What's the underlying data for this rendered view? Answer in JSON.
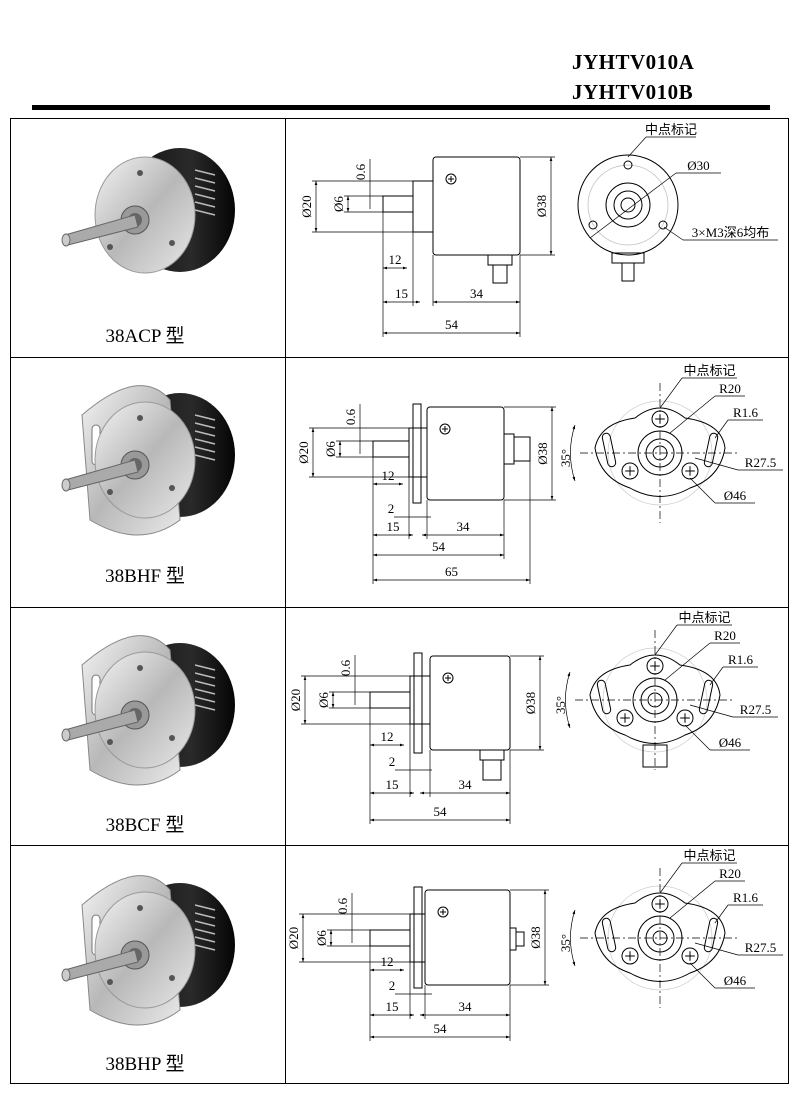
{
  "header": {
    "title_a": "JYHTV010A",
    "title_b": "JYHTV010B"
  },
  "products": [
    {
      "model": "38ACP 型",
      "dims": {
        "d20": "Ø20",
        "d6": "Ø6",
        "t06": "0.6",
        "d38": "Ø38",
        "l12": "12",
        "l15": "15",
        "l34": "34",
        "l54": "54"
      },
      "front": {
        "mark": "中点标记",
        "d30": "Ø30",
        "holes": "3×M3深6均布"
      }
    },
    {
      "model": "38BHF 型",
      "dims": {
        "d20": "Ø20",
        "d6": "Ø6",
        "t06": "0.6",
        "d38": "Ø38",
        "l12": "12",
        "l2": "2",
        "l15": "15",
        "l34": "34",
        "l54": "54",
        "l65": "65"
      },
      "front": {
        "mark": "中点标记",
        "r20": "R20",
        "r16": "R1.6",
        "r275": "R27.5",
        "d46": "Ø46",
        "ang": "35°"
      }
    },
    {
      "model": "38BCF 型",
      "dims": {
        "d20": "Ø20",
        "d6": "Ø6",
        "t06": "0.6",
        "d38": "Ø38",
        "l12": "12",
        "l2": "2",
        "l15": "15",
        "l34": "34",
        "l54": "54"
      },
      "front": {
        "mark": "中点标记",
        "r20": "R20",
        "r16": "R1.6",
        "r275": "R27.5",
        "d46": "Ø46",
        "ang": "35°"
      }
    },
    {
      "model": "38BHP 型",
      "dims": {
        "d20": "Ø20",
        "d6": "Ø6",
        "t06": "0.6",
        "d38": "Ø38",
        "l12": "12",
        "l2": "2",
        "l15": "15",
        "l34": "34",
        "l54": "54"
      },
      "front": {
        "mark": "中点标记",
        "r20": "R20",
        "r16": "R1.6",
        "r275": "R27.5",
        "d46": "Ø46",
        "ang": "35°"
      }
    }
  ]
}
